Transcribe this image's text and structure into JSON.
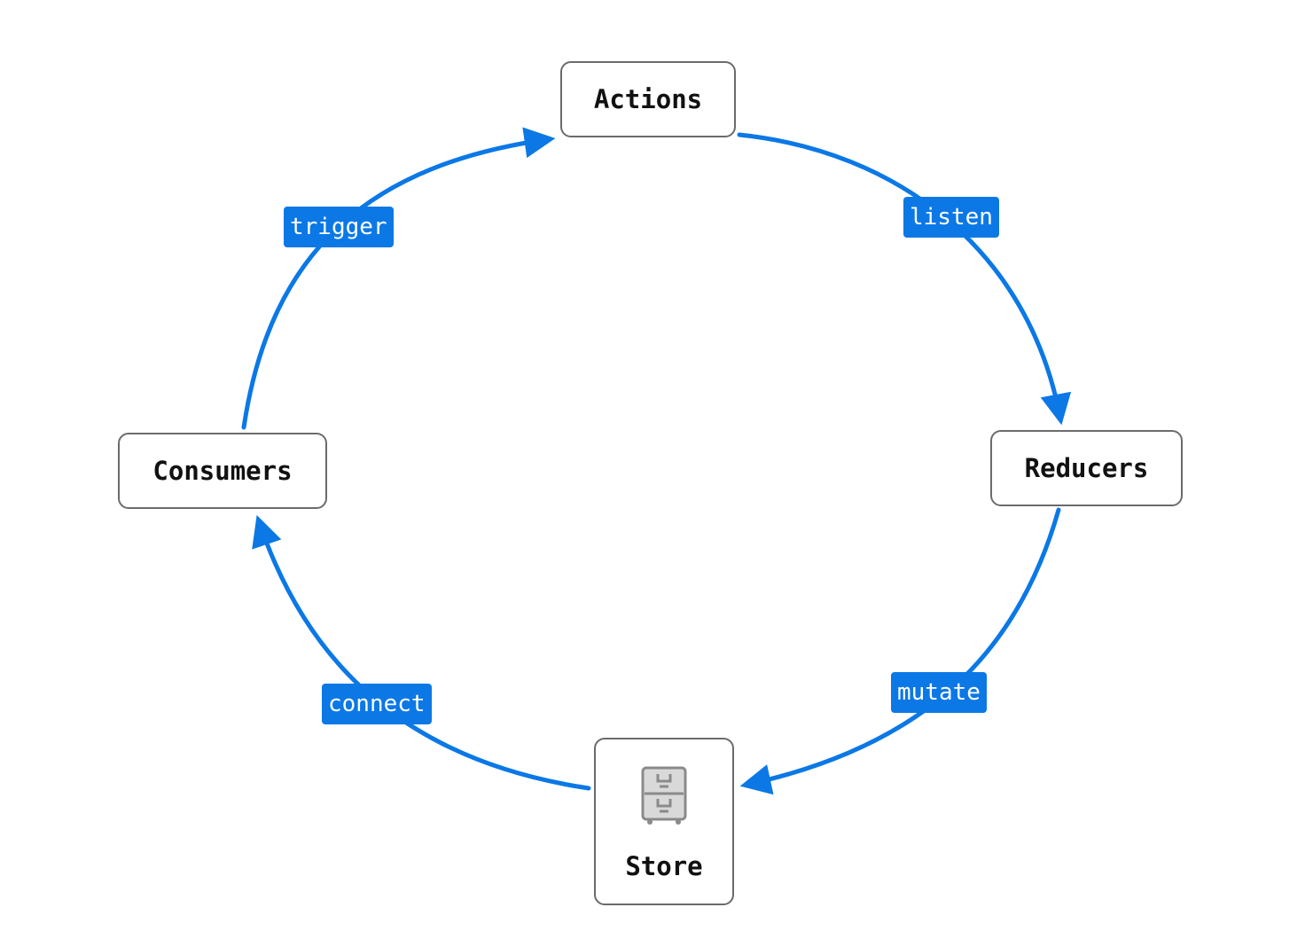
{
  "nodes": {
    "actions": "Actions",
    "reducers": "Reducers",
    "store": "Store",
    "consumers": "Consumers"
  },
  "edges": {
    "listen": "listen",
    "mutate": "mutate",
    "connect": "connect",
    "trigger": "trigger"
  },
  "icons": {
    "store": "file-cabinet-icon"
  },
  "colors": {
    "edge": "#0b78e6",
    "node_border": "#6b6b6b",
    "icon": "#8a8a8a"
  }
}
